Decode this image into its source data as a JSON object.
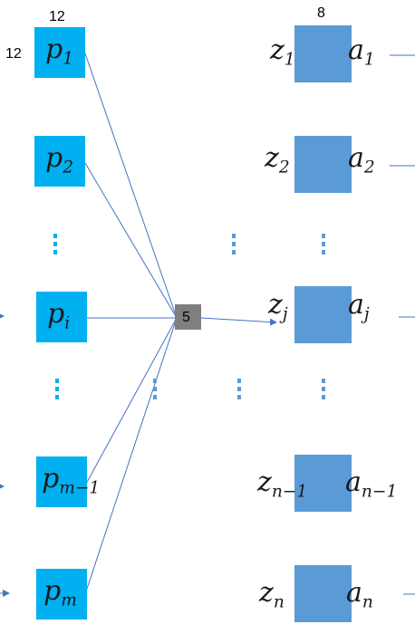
{
  "input_nodes": [
    {
      "base": "p",
      "sub": "1"
    },
    {
      "base": "p",
      "sub": "2"
    },
    {
      "base": "p",
      "sub": "i"
    },
    {
      "base": "p",
      "sub": "m−1"
    },
    {
      "base": "p",
      "sub": "m"
    }
  ],
  "neuron_nodes": [
    {
      "z_base": "z",
      "z_sub": "1",
      "a_base": "a",
      "a_sub": "1"
    },
    {
      "z_base": "z",
      "z_sub": "2",
      "a_base": "a",
      "a_sub": "2"
    },
    {
      "z_base": "z",
      "z_sub": "j",
      "a_base": "a",
      "a_sub": "j"
    },
    {
      "z_base": "z",
      "z_sub": "n−1",
      "a_base": "a",
      "a_sub": "n−1"
    },
    {
      "z_base": "z",
      "z_sub": "n",
      "a_base": "a",
      "a_sub": "n"
    }
  ],
  "hub": {
    "label": "5"
  },
  "measurements": {
    "input_width": "12",
    "input_height": "12",
    "neuron_width": "8"
  },
  "colors": {
    "input": "#00b0f0",
    "neuron": "#5b9bd5",
    "hub": "#7f7f7f",
    "edge": "#4472c4",
    "arrow": "#ed7d31"
  }
}
